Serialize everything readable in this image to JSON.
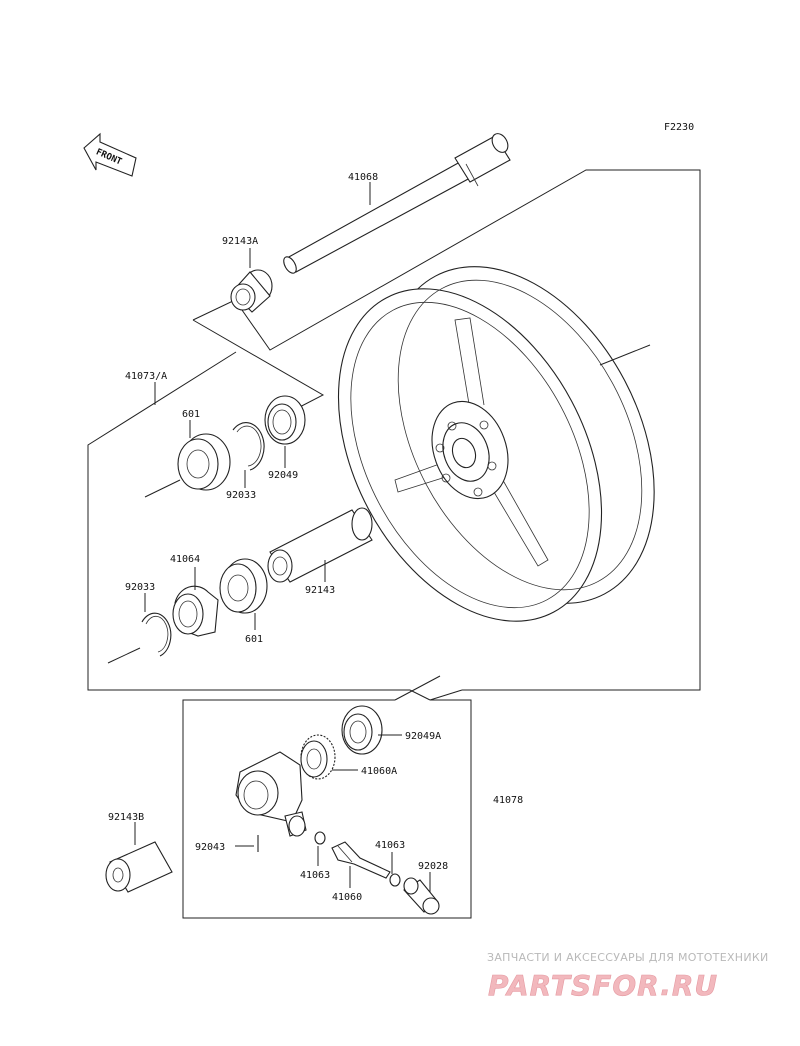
{
  "diagram": {
    "figure_code": "F2230",
    "front_arrow_label": "FRONT",
    "labels": {
      "axle": "41068",
      "collar_a": "92143A",
      "hub_assy": "41073/A",
      "bearing_upper": "601",
      "circlip_upper": "92033",
      "seal_upper": "92049",
      "hub_ring": "41064",
      "circlip_lower": "92033",
      "bearing_lower": "601",
      "spacer": "92143",
      "seal_lower": "92049A",
      "gear_a": "41060A",
      "meter_gear_assy": "41078",
      "collar_b": "92143B",
      "pin": "92043",
      "washer_left": "41063",
      "washer_right": "41063",
      "pinion": "41060",
      "bushing": "92028"
    }
  },
  "watermark": {
    "tagline": "ЗАПЧАСТИ И АКСЕССУАРЫ ДЛЯ МОТОТЕХНИКИ",
    "logo": "PARTSFOR.RU"
  }
}
